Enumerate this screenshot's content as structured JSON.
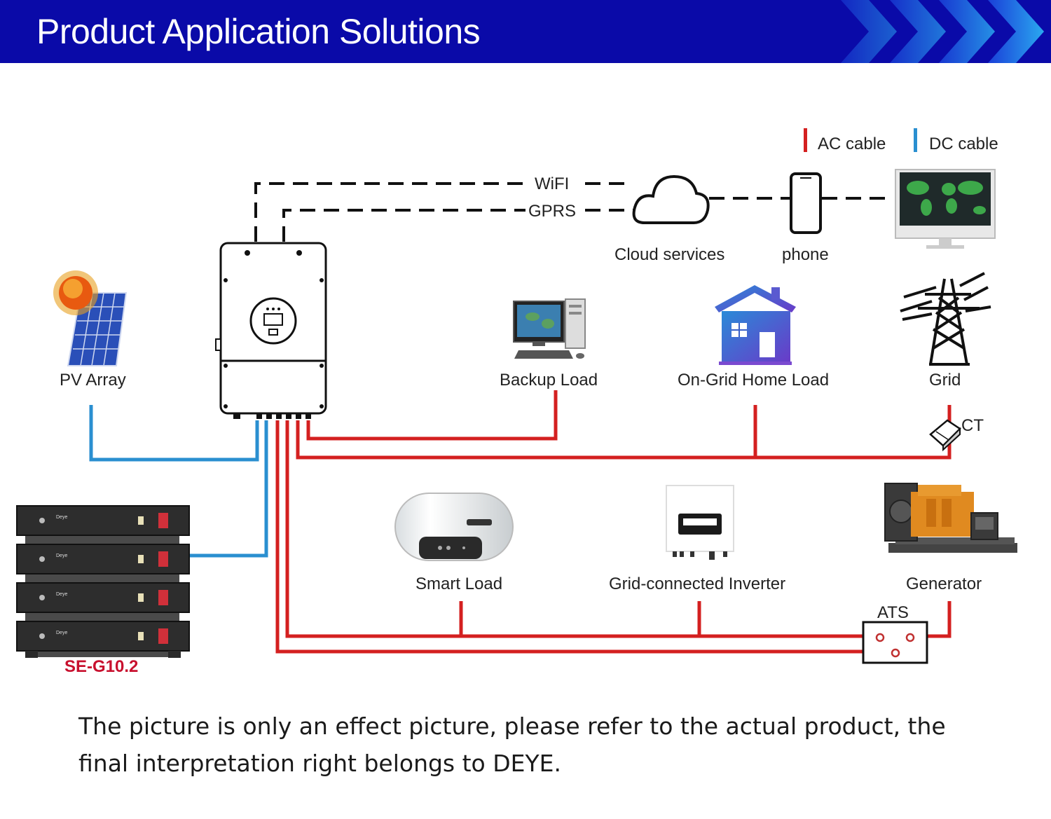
{
  "header": {
    "title": "Product Application Solutions"
  },
  "legend": {
    "ac_label": "AC cable",
    "dc_label": "DC cable",
    "ac_color": "#d42020",
    "dc_color": "#2a8fd0"
  },
  "comm": {
    "wifi": "WiFI",
    "gprs": "GPRS"
  },
  "labels": {
    "cloud": "Cloud services",
    "phone": "phone",
    "pv": "PV Array",
    "backup": "Backup Load",
    "ongrid": "On-Grid Home Load",
    "grid": "Grid",
    "ct": "CT",
    "smart": "Smart Load",
    "gridinv": "Grid-connected Inverter",
    "generator": "Generator",
    "ats": "ATS",
    "battery_model": "SE-G10.2",
    "battery_brand": "Deye"
  },
  "footer": {
    "note": "The picture is only an effect picture, please refer to the actual product, the final interpretation right belongs to DEYE."
  }
}
